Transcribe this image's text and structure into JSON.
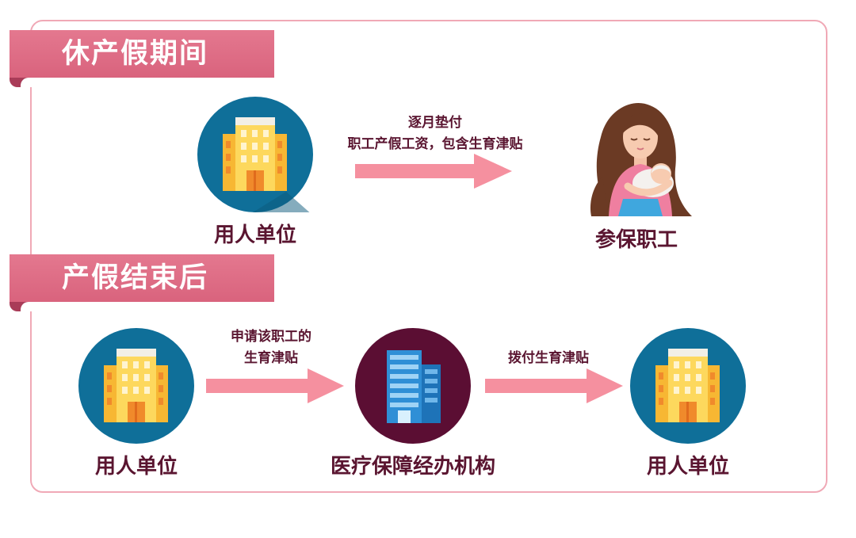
{
  "colors": {
    "frame_border": "#f0a9b6",
    "banner": "#d9637d",
    "arrow": "#f5909f",
    "circle_blue": "#0f6f99",
    "circle_dark": "#5b0e33",
    "text": "#5a1530"
  },
  "section1": {
    "title": "休产假期间",
    "employer": "用人单位",
    "arrow_line1": "逐月垫付",
    "arrow_line2": "职工产假工资，包含生育津贴",
    "employee": "参保职工"
  },
  "section2": {
    "title": "产假结束后",
    "employer_left": "用人单位",
    "arrow1_line1": "申请该职工的",
    "arrow1_line2": "生育津贴",
    "agency": "医疗保障经办机构",
    "arrow2": "拨付生育津贴",
    "employer_right": "用人单位"
  },
  "icons": {
    "employer": "office-building-icon",
    "agency": "glass-tower-icon",
    "employee": "mother-with-baby-icon",
    "arrow": "right-arrow-icon"
  }
}
